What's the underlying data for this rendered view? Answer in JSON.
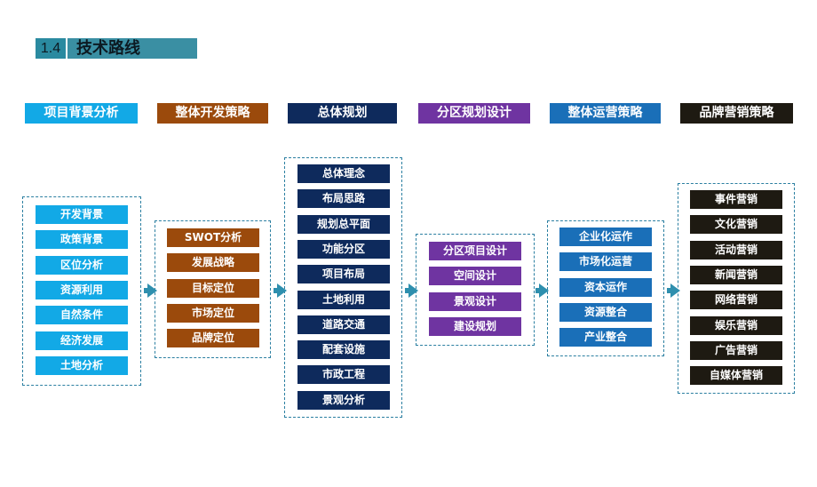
{
  "title": {
    "number": "1.4",
    "text": "技术路线"
  },
  "colors": {
    "c1": "#12a9e6",
    "c2": "#9b4a0c",
    "c3": "#0e2a5c",
    "c4": "#6f34a1",
    "c5": "#1a6fb8",
    "c6": "#1e1a12",
    "arrow": "#2e8fae"
  },
  "columns": [
    {
      "header": "项目背景分析",
      "items": [
        "开发背景",
        "政策背景",
        "区位分析",
        "资源利用",
        "自然条件",
        "经济发展",
        "土地分析"
      ]
    },
    {
      "header": "整体开发策略",
      "items": [
        "SWOT分析",
        "发展战略",
        "目标定位",
        "市场定位",
        "品牌定位"
      ]
    },
    {
      "header": "总体规划",
      "items": [
        "总体理念",
        "布局思路",
        "规划总平面",
        "功能分区",
        "项目布局",
        "土地利用",
        "道路交通",
        "配套设施",
        "市政工程",
        "景观分析"
      ]
    },
    {
      "header": "分区规划设计",
      "items": [
        "分区项目设计",
        "空间设计",
        "景观设计",
        "建设规划"
      ]
    },
    {
      "header": "整体运营策略",
      "items": [
        "企业化运作",
        "市场化运营",
        "资本运作",
        "资源整合",
        "产业整合"
      ]
    },
    {
      "header": "品牌营销策略",
      "items": [
        "事件营销",
        "文化营销",
        "活动营销",
        "新闻营销",
        "网络营销",
        "娱乐营销",
        "广告营销",
        "自媒体营销"
      ]
    }
  ]
}
